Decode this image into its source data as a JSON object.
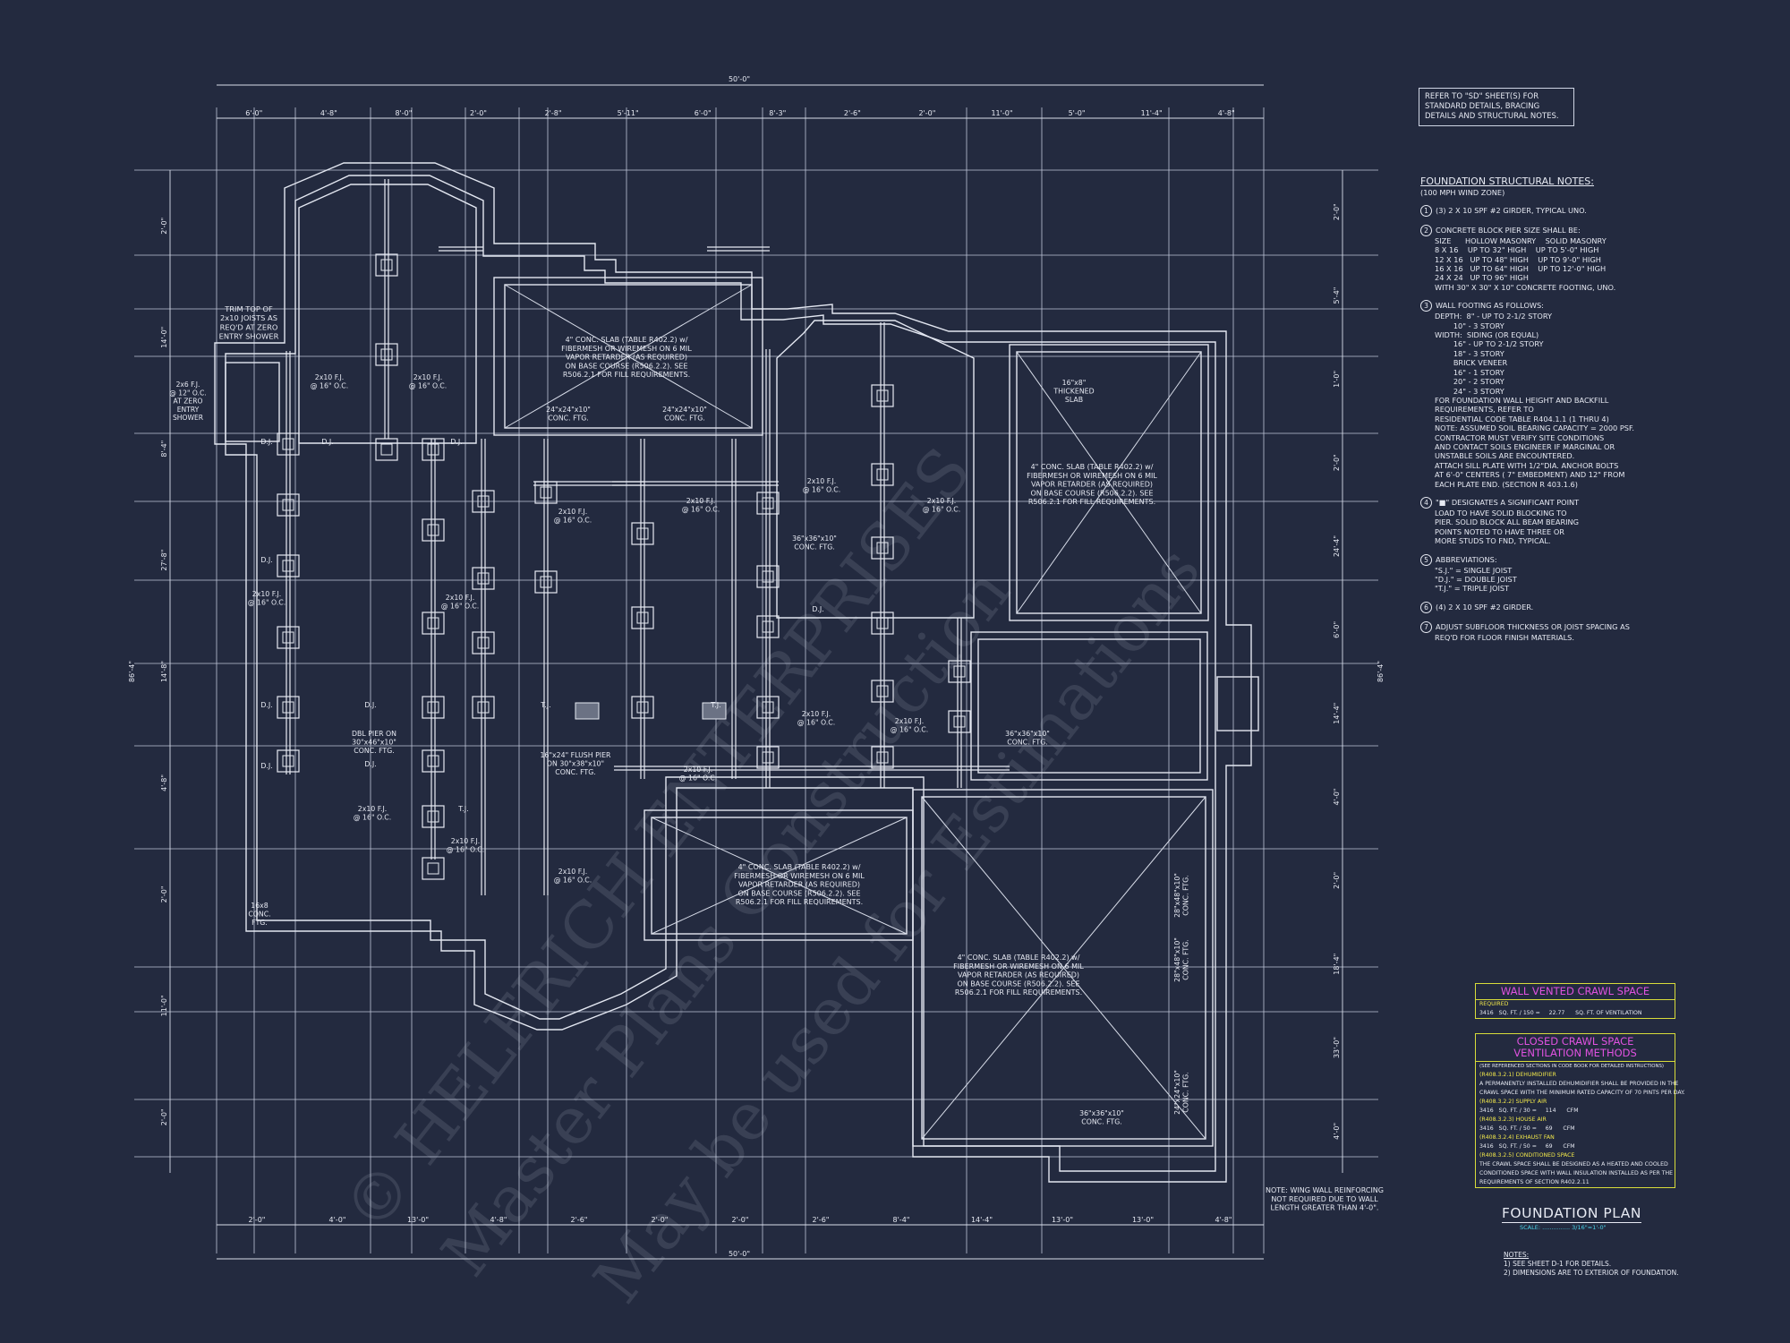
{
  "overall_dims": {
    "top": "50'-0\"",
    "bottom": "50'-0\"",
    "left": "86'-4\"",
    "right": "86'-4\""
  },
  "top_dims": [
    "6'-0\"",
    "4'-8\"",
    "8'-0\"",
    "2'-0\"",
    "2'-8\"",
    "5'-11\"",
    "6'-0\"",
    "8'-3\"",
    "2'-6\"",
    "2'-0\"",
    "11'-0\"",
    "5'-0\"",
    "11'-4\"",
    "4'-8\""
  ],
  "bottom_dims": [
    "2'-0\"",
    "4'-0\"",
    "13'-0\"",
    "4'-8\"",
    "2'-6\"",
    "2'-0\"",
    "2'-0\"",
    "2'-6\"",
    "8'-4\"",
    "14'-4\"",
    "13'-0\"",
    "13'-0\"",
    "4'-8\""
  ],
  "left_dims": [
    "2'-0\"",
    "14'-0\"",
    "8'-4\"",
    "27'-8\"",
    "14'-8\"",
    "4'-8\"",
    "2'-0\"",
    "11'-0\"",
    "2'-0\""
  ],
  "right_dims": [
    "2'-0\"",
    "5'-4\"",
    "1'-0\"",
    "2'-0\"",
    "24'-4\"",
    "6'-0\"",
    "14'-4\"",
    "4'-0\"",
    "2'-0\"",
    "18'-4\"",
    "33'-0\"",
    "4'-0\""
  ],
  "slab_notes": [
    "4\" CONC. SLAB (TABLE R402.2) w/\nFIBERMESH OR WIREMESH ON 6 MIL\nVAPOR RETARDER (AS REQUIRED)\nON BASE COURSE (R506.2.2). SEE\nR506.2.1 FOR FILL REQUIREMENTS.",
    "4\" CONC. SLAB (TABLE R402.2) w/\nFIBERMESH OR WIREMESH ON 6 MIL\nVAPOR RETARDER (AS REQUIRED)\nON BASE COURSE (R506.2.2). SEE\nR506.2.1 FOR FILL REQUIREMENTS.",
    "4\" CONC. SLAB (TABLE R402.2) w/\nFIBERMESH OR WIREMESH ON 6 MIL\nVAPOR RETARDER (AS REQUIRED)\nON BASE COURSE (R506.2.2). SEE\nR506.2.1 FOR FILL REQUIREMENTS.",
    "4\" CONC. SLAB (TABLE R402.2) w/\nFIBERMESH OR WIREMESH ON 6 MIL\nVAPOR RETARDER (AS REQUIRED)\nON BASE COURSE (R506.2.2). SEE\nR506.2.1 FOR FILL REQUIREMENTS."
  ],
  "plan_labels": {
    "trim": "TRIM TOP OF\n2x10 JOISTS AS\nREQ'D AT ZERO\nENTRY SHOWER",
    "fj_zero": "2x6 F.J.\n@ 12\" O.C.\nAT ZERO\nENTRY\nSHOWER",
    "thick_slab": "16\"x8\"\nTHICKENED\nSLAB",
    "ftg24a": "24\"x24\"x10\"\nCONC. FTG.",
    "ftg24b": "24\"x24\"x10\"\nCONC. FTG.",
    "ftg36a": "36\"x36\"x10\"\nCONC. FTG.",
    "ftg36b": "36\"x36\"x10\"\nCONC. FTG.",
    "ftg36c": "36\"x36\"x10\"\nCONC. FTG.",
    "ftg28": "28\"x48\"x10\"\nCONC. FTG.",
    "ftg24v": "24\"x24\"x10\"\nCONC. FTG.",
    "dbl_pier": "DBL PIER ON\n30\"x46\"x10\"\nCONC. FTG.",
    "flush_pier": "16\"x24\" FLUSH PIER\nON 30\"x38\"x10\"\nCONC. FTG.",
    "conc_ftg16": "16x8\nCONC.\nFTG.",
    "wing_note": "NOTE: WING WALL REINFORCING\nNOT REQUIRED DUE TO WALL\nLENGTH GREATER THAN 4'-0\".",
    "fj": "2x10 F.J.\n@ 16\" O.C.",
    "dj": "D.J.",
    "tj": "T.J."
  },
  "ref_box": "REFER TO \"SD\" SHEET(S) FOR\nSTANDARD DETAILS, BRACING\nDETAILS AND STRUCTURAL NOTES.",
  "notes": {
    "heading": "FOUNDATION STRUCTURAL NOTES:",
    "subheading": "(100 MPH WIND ZONE)",
    "items": [
      {
        "num": "1",
        "text": "(3) 2 x 10 SPF #2 GIRDER, TYPICAL UNO."
      },
      {
        "num": "2",
        "text": "CONCRETE BLOCK PIER SIZE SHALL BE:\nSIZE      HOLLOW MASONRY    SOLID MASONRY\n8 x 16    UP TO 32\" HIGH    UP TO 5'-0\" HIGH\n12 x 16   UP TO 48\" HIGH    UP TO 9'-0\" HIGH\n16 x 16   UP TO 64\" HIGH    UP TO 12'-0\" HIGH\n24 x 24   UP TO 96\" HIGH\nWITH 30\" x 30\" x 10\" CONCRETE FOOTING, UNO."
      },
      {
        "num": "3",
        "text": "WALL FOOTING AS FOLLOWS:\nDEPTH:  8\" - UP TO 2-1/2 STORY\n        10\" - 3 STORY\nWIDTH:  SIDING (OR EQUAL)\n        16\" - UP TO 2-1/2 STORY\n        18\" - 3 STORY\n        BRICK VENEER\n        16\" - 1 STORY\n        20\" - 2 STORY\n        24\" - 3 STORY\n\nFOR FOUNDATION WALL HEIGHT AND BACKFILL\nREQUIREMENTS, REFER TO\nRESIDENTIAL CODE TABLE R404.1.1 (1 THRU 4)\nNOTE: ASSUMED SOIL BEARING CAPACITY = 2000 PSF.\nCONTRACTOR MUST VERIFY SITE CONDITIONS\nAND CONTACT SOILS ENGINEER IF MARGINAL OR\nUNSTABLE SOILS ARE ENCOUNTERED.\n\nATTACH SILL PLATE WITH 1/2\"dia. ANCHOR BOLTS\nAT 6'-0\" CENTERS ( 7\" EMBEDMENT) AND 12\" FROM\nEACH PLATE END. (SECTION R 403.1.6)"
      },
      {
        "num": "4",
        "text": "\"■\" DESIGNATES A SIGNIFICANT POINT\nLOAD TO HAVE SOLID BLOCKING TO\nPIER. SOLID BLOCK ALL BEAM BEARING\nPOINTS NOTED TO HAVE THREE OR\nMORE STUDS TO FND, TYPICAL."
      },
      {
        "num": "5",
        "text": "ABBREVIATIONS:\n\"S.J.\" = SINGLE JOIST\n\"D.J.\" = DOUBLE JOIST\n\"T.J.\" = TRIPLE JOIST"
      },
      {
        "num": "6",
        "text": "(4) 2 x 10 SPF #2 GIRDER."
      },
      {
        "num": "7",
        "text": "ADJUST SUBFLOOR THICKNESS OR JOIST SPACING AS\nREQ'D FOR FLOOR FINISH MATERIALS."
      }
    ]
  },
  "wall_vented": {
    "title": "WALL VENTED CRAWL SPACE",
    "required_label": "REQUIRED",
    "line": "3416   SQ. FT. / 150 =     22.77      SQ. FT. OF VENTILATION"
  },
  "closed_crawl": {
    "title": "CLOSED CRAWL SPACE\nVENTILATION METHODS",
    "subtitle": "(SEE REFERENCED SECTIONS IN CODE BOOK FOR DETAILED INSTRUCTIONS)",
    "sections": [
      {
        "head": "(R408.3.2.1) DEHUMIDIFIER",
        "body": "A PERMANENTLY INSTALLED DEHUMIDIFIER SHALL BE PROVIDED IN THE\nCRAWL SPACE WITH THE MINIMUM RATED CAPACITY OF 70 PINTS PER DAY."
      },
      {
        "head": "(R408.3.2.2) SUPPLY AIR",
        "body": "3416   SQ. FT. / 30 =     114      CFM"
      },
      {
        "head": "(R408.3.2.3) HOUSE AIR",
        "body": "3416   SQ. FT. / 50 =     69      CFM"
      },
      {
        "head": "(R408.3.2.4) EXHAUST FAN",
        "body": "3416   SQ. FT. / 50 =     69      CFM"
      },
      {
        "head": "(R408.3.2.5) CONDITIONED SPACE",
        "body": "THE CRAWL SPACE SHALL BE DESIGNED AS A HEATED AND COOLED\nCONDITIONED SPACE WITH WALL INSULATION INSTALLED AS PER THE\nREQUIREMENTS OF SECTION R402.2.11"
      }
    ]
  },
  "title_block": {
    "title": "FOUNDATION PLAN",
    "scale": "SCALE: ............... 3/16\"=1'-0\"",
    "notes_heading": "NOTES:",
    "notes": [
      "1) SEE SHEET D-1 FOR DETAILS.",
      "2) DIMENSIONS ARE TO EXTERIOR OF FOUNDATION."
    ]
  },
  "watermark": [
    "© HELFRICH ENTERPRISES",
    "Master Plans Construction",
    "May be used for Estimations"
  ],
  "colors": {
    "background": "#232a3f",
    "lines": "#d9deea",
    "heading_magenta": "#e052e0",
    "box_yellow": "#d8dc3a",
    "scale_cyan": "#4bd3e8"
  }
}
